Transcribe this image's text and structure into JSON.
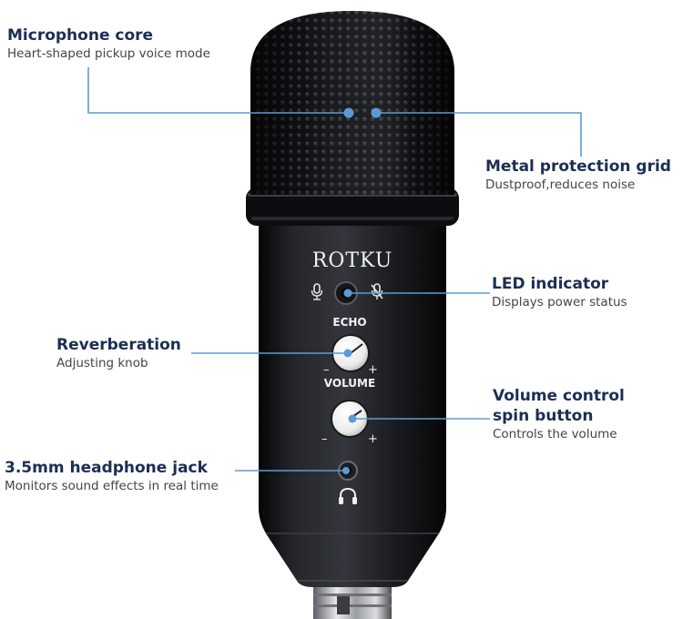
{
  "brand": "ROTKU",
  "labels": {
    "echo": "ECHO",
    "volume": "VOLUME",
    "minus": "–",
    "plus": "+"
  },
  "callouts": {
    "core": {
      "title": "Microphone core",
      "desc": "Heart-shaped pickup voice mode"
    },
    "grid": {
      "title": "Metal protection grid",
      "desc": "Dustproof,reduces noise"
    },
    "led": {
      "title": "LED indicator",
      "desc": "Displays power status"
    },
    "reverb": {
      "title": "Reverberation",
      "desc": "Adjusting knob"
    },
    "volume": {
      "title_line1": "Volume control",
      "title_line2": "spin button",
      "desc": "Controls the volume"
    },
    "jack": {
      "title": "3.5mm headphone jack",
      "desc": "Monitors sound effects in real time"
    }
  },
  "colors": {
    "title_text": "#1c2e54",
    "leader_line": "#5b9bd5",
    "mic_body": "#141518",
    "knob": "#f4f4f4"
  },
  "icons": {
    "mic_on": "microphone-icon",
    "mic_off": "microphone-muted-icon",
    "headphone": "headphone-icon"
  }
}
